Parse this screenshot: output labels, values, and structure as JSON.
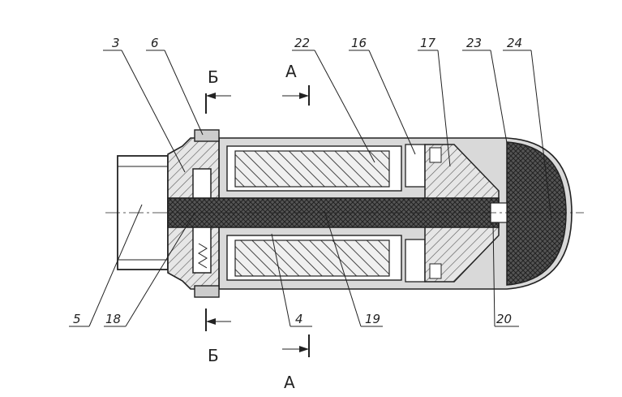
{
  "callouts": {
    "top": [
      "3",
      "6",
      "22",
      "16",
      "17",
      "23",
      "24"
    ],
    "bottom": [
      "5",
      "18",
      "4",
      "19",
      "20"
    ]
  },
  "sections": {
    "b": "Б",
    "a": "А"
  }
}
